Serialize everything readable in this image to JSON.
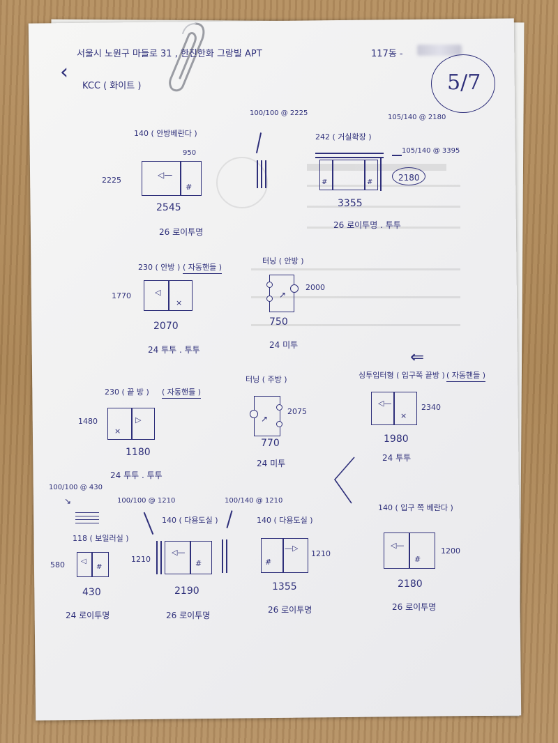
{
  "header": {
    "address": "서울시  노원구  마들로 31 ,  한진한화  그랑빌 APT",
    "unit": "117동 -",
    "brand": "KCC ( 화이트 )",
    "page": "5/7"
  },
  "top_left": {
    "room": "140 ( 안방베란다 )",
    "w_label": "950",
    "h_label": "2225",
    "width": "2545",
    "glass": "26 로이투명"
  },
  "top_mid": {
    "note": "100/100 @ 2225"
  },
  "top_right": {
    "room": "242 ( 거실확장 )",
    "note1": "105/140 @ 2180",
    "note2": "105/140 @ 3395",
    "circled": "2180",
    "width": "3355",
    "glass": "26 로이투명 . 투투"
  },
  "row2_left": {
    "room": "230 ( 안방 )",
    "tag": "( 자동핸들 )",
    "h_label": "1770",
    "width": "2070",
    "glass": "24 투투 . 투투"
  },
  "row2_mid": {
    "room": "터닝 ( 안방 )",
    "h_label": "2000",
    "width": "750",
    "glass": "24 미투"
  },
  "row3_left": {
    "room": "230 ( 끝 방 )",
    "tag": "( 자동핸들 )",
    "h_label": "1480",
    "width": "1180",
    "glass": "24 투투 . 투투"
  },
  "row3_mid": {
    "room": "터닝 ( 주방 )",
    "h_label": "2075",
    "width": "770",
    "glass": "24 미투"
  },
  "row3_right": {
    "room": "싱투입터형 ( 입구쪽 끝방 )",
    "tag": "( 자동핸들 )",
    "h_label": "2340",
    "width": "1980",
    "glass": "24 투투"
  },
  "row4_a": {
    "note": "100/100 @ 430",
    "room": "118 ( 보일러실 )",
    "h_label": "580",
    "width": "430",
    "glass": "24 로이투명"
  },
  "row4_b": {
    "note1": "100/100 @ 1210",
    "note2": "100/140 @ 1210",
    "room": "140 ( 다용도실 )",
    "h_label": "1210",
    "width": "2190",
    "glass": "26 로이투명"
  },
  "row4_c": {
    "room": "140 ( 다용도실 )",
    "h_label": "1210",
    "width": "1355",
    "glass": "26 로이투명"
  },
  "row4_d": {
    "room": "140 ( 입구 쪽 베란다 )",
    "h_label": "1200",
    "width": "2180",
    "glass": "26 로이투명"
  },
  "colors": {
    "ink": "#2e2f7a",
    "paper": "#f2f2f3",
    "desk": "#b08a5c"
  }
}
